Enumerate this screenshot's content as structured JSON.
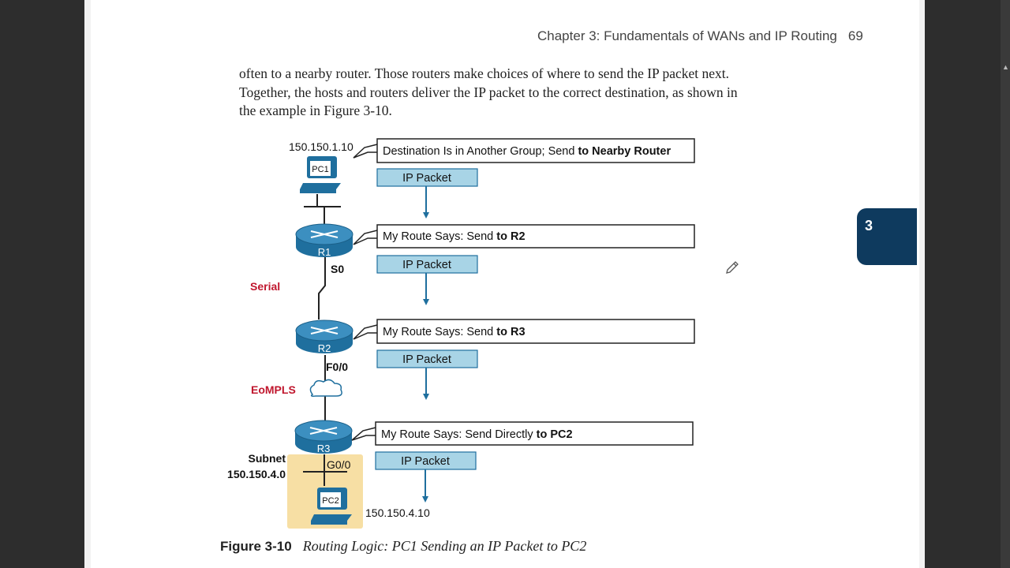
{
  "header": {
    "chapter": "Chapter 3: Fundamentals of WANs and IP Routing",
    "page_number": "69"
  },
  "body_lines": [
    "often to a nearby router. Those routers make choices of where to send the IP packet next.",
    "Together, the hosts and routers deliver the IP packet to the correct destination, as shown in",
    "the example in Figure 3-10."
  ],
  "thumb_tab": "3",
  "figure": {
    "pc1_ip": "150.150.1.10",
    "pc1_label": "PC1",
    "pc2_label": "PC2",
    "pc2_ip": "150.150.4.10",
    "r1_label": "R1",
    "r2_label": "R2",
    "r3_label": "R3",
    "s0": "S0",
    "serial": "Serial",
    "f00": "F0/0",
    "eompls": "EoMPLS",
    "g00": "G0/0",
    "subnet_label": "Subnet",
    "subnet": "150.150.4.0",
    "packet_label": "IP Packet",
    "msg1_pre": "Destination Is in Another Group; Send ",
    "msg1_bold": "to Nearby Router",
    "msg2_pre": "My Route Says: Send ",
    "msg2_bold": "to R2",
    "msg3_pre": "My Route Says: Send ",
    "msg3_bold": "to R3",
    "msg4_pre": "My Route Says: Send Directly ",
    "msg4_bold": "to PC2"
  },
  "caption": {
    "label": "Figure 3-10",
    "title": "Routing Logic: PC1 Sending an IP Packet to PC2"
  },
  "colors": {
    "router": "#1f6f9e",
    "packet_fill": "#a8d4e6",
    "arrow": "#1f6f9e",
    "link_red": "#c0172e",
    "subnet_fill": "#f7dfa4",
    "thumb_tab": "#0e3a5e"
  }
}
